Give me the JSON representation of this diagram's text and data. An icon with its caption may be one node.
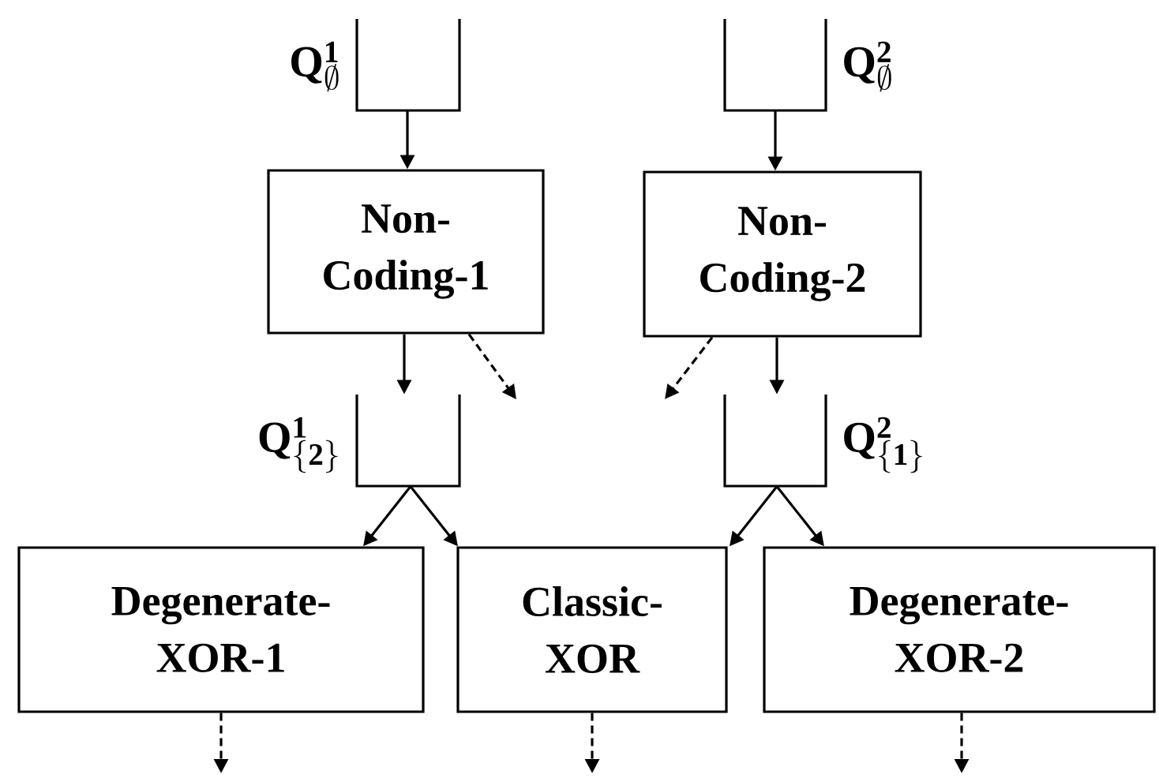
{
  "diagram": {
    "nodes": [
      {
        "text": [],
        "shape": "box",
        "beside": [
          "\\mathbf{Q}^{\\mathbf{1}}_{\\emptyset}"
        ]
      },
      {
        "text": [],
        "shape": "box",
        "beside": [
          "\\mathbf{Q}^{\\mathbf{2}}_{\\emptyset}"
        ]
      },
      {
        "text": [
          "Non- Coding-1"
        ]
      },
      {
        "text": [
          "Non- Coding-2"
        ]
      },
      {
        "text": [],
        "shape": "box",
        "beside": [
          "\\mathbf{Q}^{\\mathbf{1}}_{\\{\\mathbf{2}\\}}"
        ]
      },
      {
        "text": [],
        "shape": "box",
        "beside": [
          "\\mathbf{Q}^{\\mathbf{2}}_{\\{\\mathbf{1}\\}}"
        ]
      },
      {
        "text": [
          "Degenerate- XOR-1"
        ]
      },
      {
        "text": [
          "Classic- XOR"
        ]
      },
      {
        "text": [
          "Degenerate- XOR-2"
        ]
      }
    ],
    "edges": [
      {
        "from": 0,
        "to": 2,
        "arrow": "to"
      },
      {
        "from": 1,
        "to": 3,
        "arrow": "to"
      },
      {
        "from": 2,
        "to": 4,
        "arrow": "to"
      },
      {
        "from": 2,
        "to": null,
        "arrow": "to",
        "style": "dashed"
      },
      {
        "from": 3,
        "to": null,
        "arrow": "to",
        "style": "dashed"
      },
      {
        "from": 3,
        "to": 5,
        "arrow": "to"
      },
      {
        "from": 4,
        "to": 6,
        "arrow": "to"
      },
      {
        "from": 4,
        "to": 7,
        "arrow": "to"
      },
      {
        "from": 5,
        "to": 7,
        "arrow": "to"
      },
      {
        "from": 5,
        "to": 8,
        "arrow": "to"
      },
      {
        "from": 6,
        "to": null,
        "arrow": "to",
        "style": "dashed"
      },
      {
        "from": 7,
        "to": null,
        "arrow": "to",
        "style": "dashed"
      },
      {
        "from": 8,
        "to": null,
        "arrow": "to",
        "style": "dashed"
      }
    ]
  }
}
